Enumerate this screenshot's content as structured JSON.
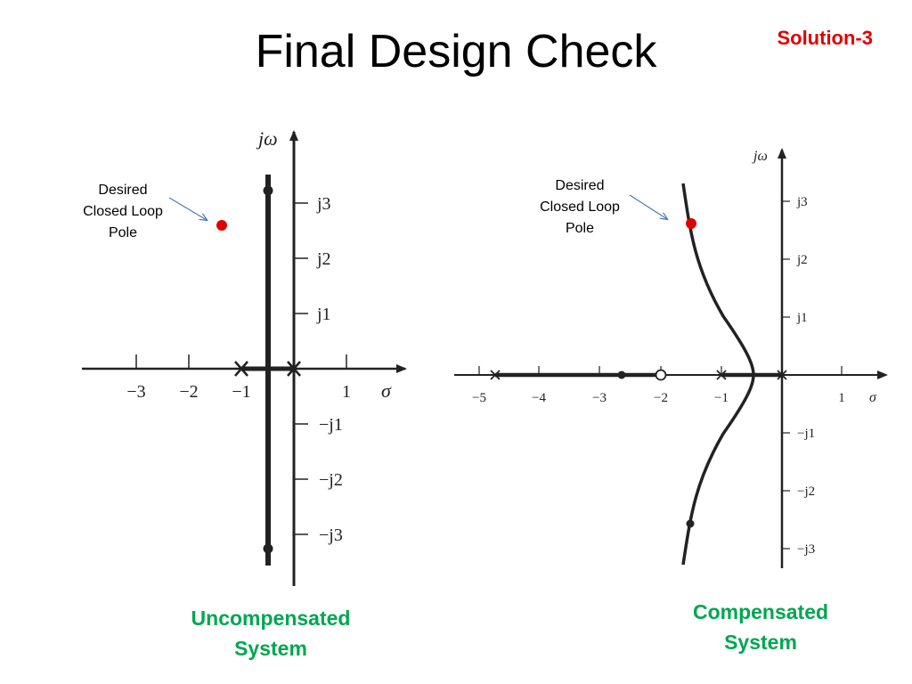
{
  "slide": {
    "title": "Final Design Check",
    "solution_tag": "Solution-3",
    "accent_red": "#e00000",
    "caption_green": "#00a651"
  },
  "left_plot": {
    "annotation": [
      "Desired",
      "Closed Loop",
      "Pole"
    ],
    "caption": [
      "Uncompensated",
      "System"
    ],
    "sigma_label": "σ",
    "jw_label": "jω",
    "x_ticks": [
      "−3",
      "−2",
      "−1",
      "1"
    ],
    "y_ticks_pos": [
      "j3",
      "j2",
      "j1"
    ],
    "y_ticks_neg": [
      "−j1",
      "−j2",
      "−j3"
    ]
  },
  "right_plot": {
    "annotation": [
      "Desired",
      "Closed Loop",
      "Pole"
    ],
    "caption": [
      "Compensated",
      "System"
    ],
    "sigma_label": "σ",
    "jw_label": "jω",
    "x_ticks": [
      "−5",
      "−4",
      "−3",
      "−2",
      "−1",
      "1"
    ],
    "y_ticks_pos": [
      "j3",
      "j2",
      "j1"
    ],
    "y_ticks_neg": [
      "−j1",
      "−j2",
      "−j3"
    ]
  }
}
